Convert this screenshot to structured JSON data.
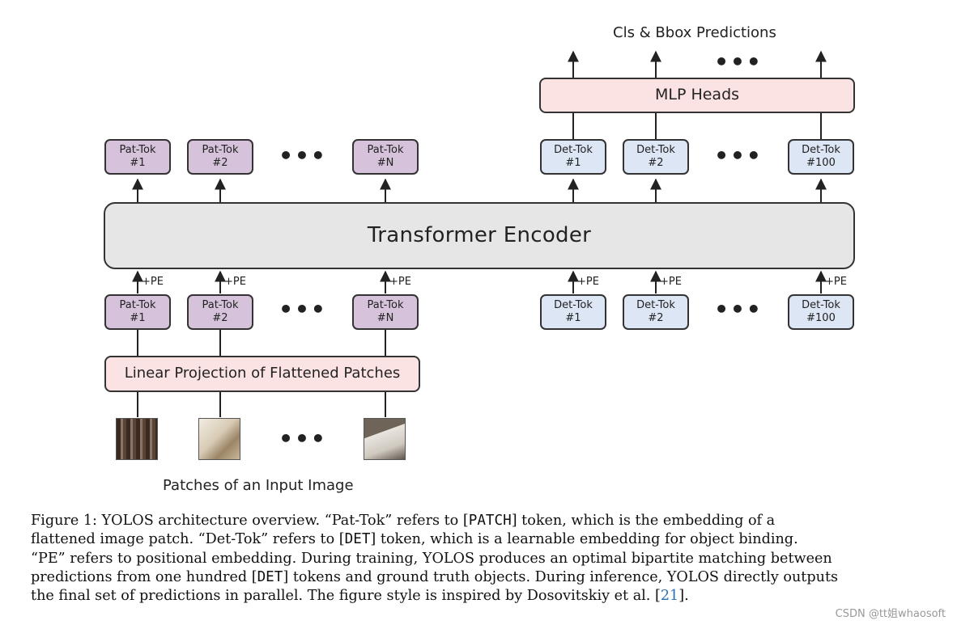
{
  "top_label": "Cls & Bbox Predictions",
  "mlp_heads": "MLP Heads",
  "encoder": "Transformer Encoder",
  "linear_projection": "Linear Projection of Flattened Patches",
  "patches_label": "Patches of an Input Image",
  "dots": "•••",
  "pe": "+PE",
  "pat_tokens": [
    {
      "name": "Pat-Tok",
      "idx": "#1"
    },
    {
      "name": "Pat-Tok",
      "idx": "#2"
    },
    {
      "name": "Pat-Tok",
      "idx": "#N"
    }
  ],
  "det_tokens": [
    {
      "name": "Det-Tok",
      "idx": "#1"
    },
    {
      "name": "Det-Tok",
      "idx": "#2"
    },
    {
      "name": "Det-Tok",
      "idx": "#100"
    }
  ],
  "caption": {
    "l1a": "Figure 1: YOLOS architecture overview. “Pat-Tok” refers to [",
    "l1code": "PATCH",
    "l1b": "] token, which is the embedding of a",
    "l2a": "flattened image patch. “Det-Tok” refers to [",
    "l2code": "DET",
    "l2b": "] token, which is a learnable embedding for object binding.",
    "l3": "“PE” refers to positional embedding. During training, YOLOS produces an optimal bipartite matching between",
    "l4a": "predictions from one hundred [",
    "l4code": "DET",
    "l4b": "] tokens and ground truth objects. During inference, YOLOS directly outputs",
    "l5a": "the final set of predictions in parallel. The figure style is inspired by Dosovitskiy et al. [",
    "l5ref": "21",
    "l5b": "]."
  },
  "watermark": "CSDN @tt姐whaosoft",
  "colors": {
    "pat_token": "#d6c3db",
    "det_token": "#dde6f5",
    "pink_box": "#fbe3e3",
    "encoder": "#e6e6e6",
    "citation": "#2a6fb5"
  }
}
